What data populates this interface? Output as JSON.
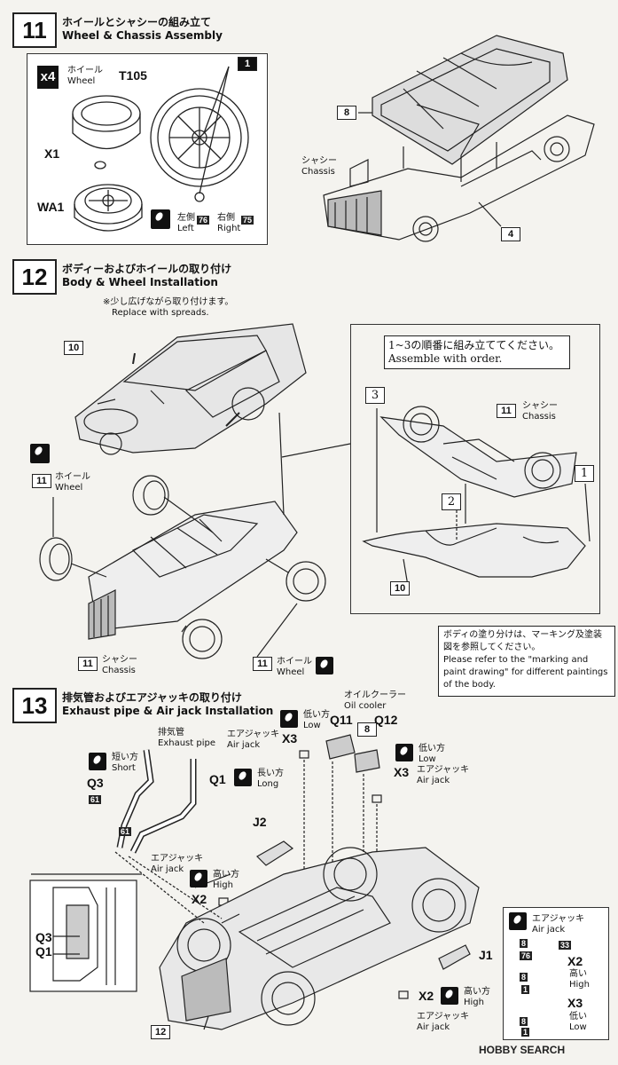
{
  "step11": {
    "number": "11",
    "title_jp": "ホイールとシャシーの組み立て",
    "title_en": "Wheel & Chassis Assembly",
    "qty": "x4",
    "wheel_jp": "ホイール",
    "wheel_en": "Wheel",
    "tire_part": "T105",
    "x1": "X1",
    "wa1": "WA1",
    "ref1": "1",
    "left_jp": "左側",
    "left_en": "Left",
    "left_color": "76",
    "right_jp": "右側",
    "right_en": "Right",
    "right_color": "75",
    "body_ref": "8",
    "chassis_jp": "シャシー",
    "chassis_en": "Chassis",
    "chassis_ref": "4"
  },
  "step12": {
    "number": "12",
    "title_jp": "ボディーおよびホイールの取り付け",
    "title_en": "Body & Wheel Installation",
    "spread_jp": "※少し広げながら取り付けます。",
    "spread_en": "Replace with spreads.",
    "body_ref": "10",
    "wheel_ref": "11",
    "wheel_jp": "ホイール",
    "wheel_en": "Wheel",
    "chassis_ref": "11",
    "chassis_jp": "シャシー",
    "chassis_en": "Chassis",
    "wheel_ref2": "11",
    "wheel_jp2": "ホイール",
    "wheel_en2": "Wheel",
    "order_jp": "1~3の順番に組み立ててください。",
    "order_en": "Assemble with order.",
    "order3": "3",
    "order2": "2",
    "order1": "1",
    "detail_chassis_ref": "11",
    "detail_chassis_jp": "シャシー",
    "detail_chassis_en": "Chassis",
    "detail_body_ref": "10",
    "paint_note_jp": "ボディの塗り分けは、マーキング及塗装図を参照してください。",
    "paint_note_en": "Please refer to the \"marking and paint drawing\" for different paintings of the body."
  },
  "step13": {
    "number": "13",
    "title_jp": "排気管およびエアジャッキの取り付け",
    "title_en": "Exhaust pipe & Air jack Installation",
    "exhaust_jp": "排気管",
    "exhaust_en": "Exhaust pipe",
    "short_jp": "短い方",
    "short_en": "Short",
    "q3": "Q3",
    "ref61a": "61",
    "ref61b": "61",
    "q1": "Q1",
    "long_jp": "長い方",
    "long_en": "Long",
    "airjack_jp": "エアジャッキ",
    "airjack_en": "Air jack",
    "x3": "X3",
    "low_jp": "低い方",
    "low_en": "Low",
    "oilcooler_jp": "オイルクーラー",
    "oilcooler_en": "Oil cooler",
    "q11": "Q11",
    "q12": "Q12",
    "ref8": "8",
    "x3b": "X3",
    "low_jp2": "低い方",
    "low_en2": "Low",
    "airjack_jp2": "エアジャッキ",
    "airjack_en2": "Air jack",
    "j2": "J2",
    "airjack_jp3": "エアジャッキ",
    "airjack_en3": "Air jack",
    "high_jp": "高い方",
    "high_en": "High",
    "x2": "X2",
    "j1": "J1",
    "x2b": "X2",
    "high_jp2": "高い方",
    "high_en2": "High",
    "airjack_jp4": "エアジャッキ",
    "airjack_en4": "Air jack",
    "body_ref": "12",
    "inset_q3": "Q3",
    "inset_q1": "Q1",
    "legend_jp": "エアジャッキ",
    "legend_en": "Air jack",
    "legend_8a": "8",
    "legend_76": "76",
    "legend_33": "33",
    "legend_x2": "X2",
    "legend_high_jp": "高い",
    "legend_high_en": "High",
    "legend_8b": "8",
    "legend_1a": "1",
    "legend_x3": "X3",
    "legend_low_jp": "低い",
    "legend_low_en": "Low",
    "legend_8c": "8",
    "legend_1b": "1"
  },
  "watermark": "HOBBY SEARCH"
}
